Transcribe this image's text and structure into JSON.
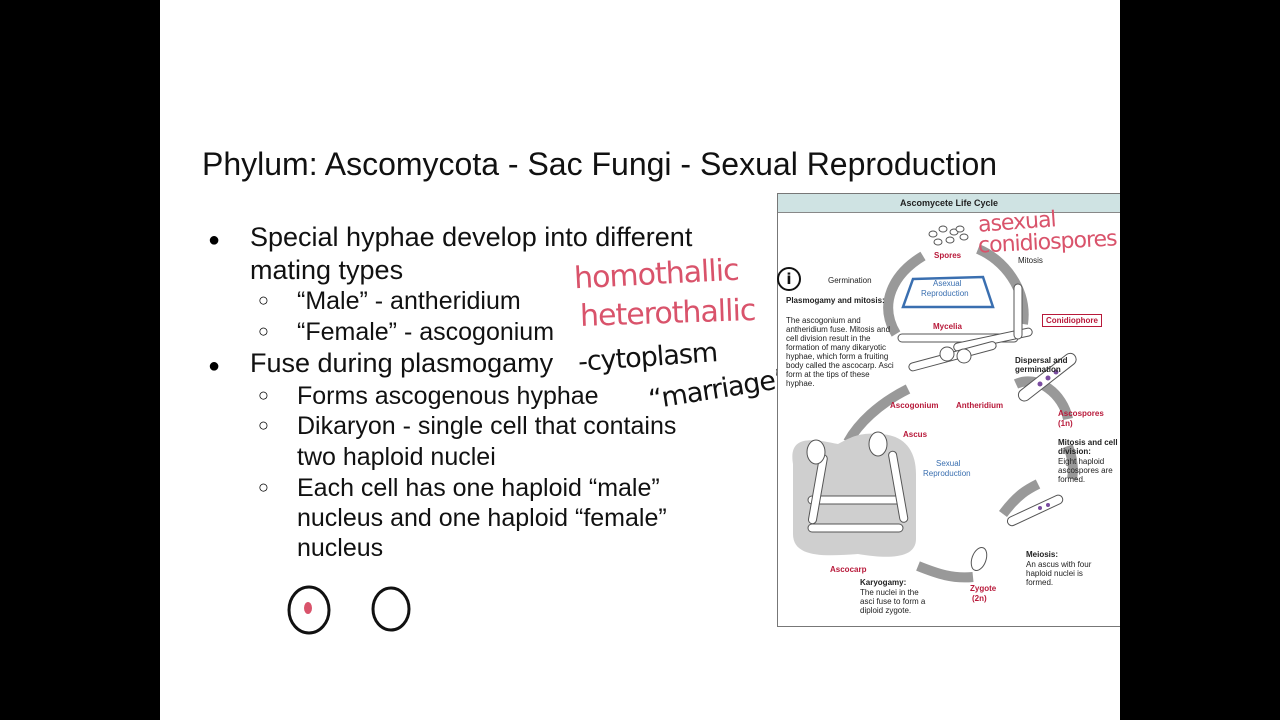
{
  "slide": {
    "title": "Phylum: Ascomycota - Sac Fungi - Sexual Reproduction",
    "bullets": [
      {
        "text_line1": "Special hyphae develop into different",
        "text_line2": "mating types",
        "sub": [
          "“Male” - antheridium",
          "“Female” - ascogonium"
        ]
      },
      {
        "text": "Fuse during plasmogamy",
        "sub": [
          "Forms ascogenous hyphae",
          "Dikaryon - single cell that contains",
          "two haploid nuclei",
          "Each cell has one haploid “male”",
          "nucleus and one haploid “female”",
          "nucleus"
        ]
      }
    ]
  },
  "handwriting": {
    "homothallic": "homothallic",
    "heterothallic": "heterothallic",
    "cytoplasm": "-cytoplasm",
    "marriage": "“marriage”",
    "asexual": "asexual",
    "conidiospores": "conidiospores",
    "info_mark": "i"
  },
  "diagram": {
    "title": "Ascomycete Life Cycle",
    "labels": {
      "spores": "Spores",
      "mitosis": "Mitosis",
      "germination": "Germination",
      "asexual_reproduction_1": "Asexual",
      "asexual_reproduction_2": "Reproduction",
      "conidiophore": "Conidiophore",
      "mycelia": "Mycelia",
      "plasmogamy_head": "Plasmogamy and mitosis:",
      "plasmogamy_body": "The ascogonium and antheridium fuse. Mitosis and cell division result in the formation of many dikaryotic hyphae, which form a fruiting body called the ascocarp. Asci form at the tips of these hyphae.",
      "ascogonium": "Ascogonium",
      "antheridium": "Antheridium",
      "dispersal": "Dispersal and germination",
      "ascospores": "Ascospores",
      "ascospores_n": "(1n)",
      "ascus": "Ascus",
      "sexual_1": "Sexual",
      "sexual_2": "Reproduction",
      "mitosis_div_head": "Mitosis and cell division:",
      "mitosis_div_body": "Eight haploid ascospores are formed.",
      "ascocarp": "Ascocarp",
      "meiosis_head": "Meiosis:",
      "meiosis_body": "An ascus with four haploid nuclei is formed.",
      "karyogamy_head": "Karyogamy:",
      "karyogamy_body": "The nuclei in the asci fuse to form a diploid zygote.",
      "zygote": "Zygote",
      "zygote_n": "(2n)"
    }
  },
  "colors": {
    "background": "#000000",
    "slide": "#ffffff",
    "ink_red": "#d9536b",
    "ink_black": "#111111",
    "label_red": "#b8193a",
    "label_blue": "#3a6fb0",
    "diagram_header": "#cfe3e3"
  }
}
